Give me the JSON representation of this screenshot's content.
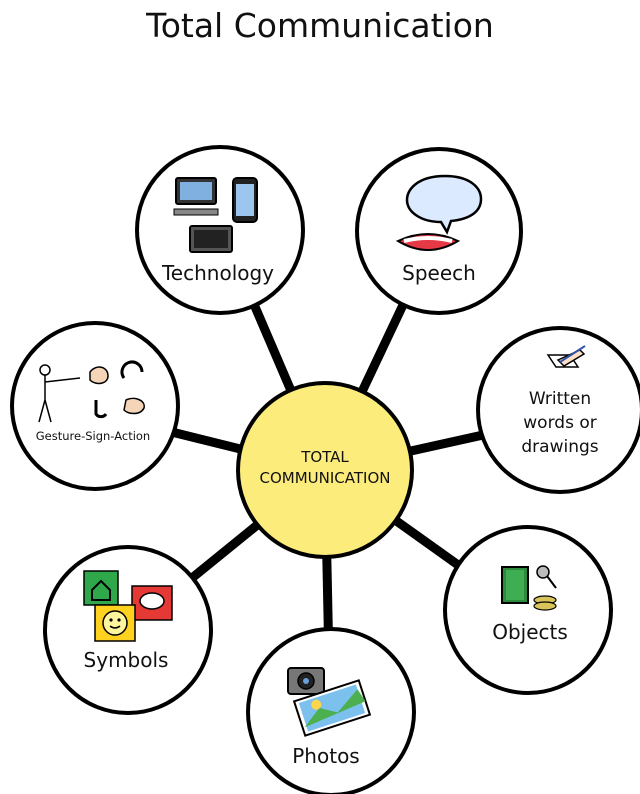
{
  "title": "Total Communication",
  "center": {
    "line1": "TOTAL",
    "line2": "COMMUNICATION"
  },
  "nodes": [
    {
      "id": "technology",
      "label": "Technology"
    },
    {
      "id": "speech",
      "label": "Speech"
    },
    {
      "id": "written",
      "lines": [
        "Written",
        "words or",
        "drawings"
      ]
    },
    {
      "id": "objects",
      "label": "Objects"
    },
    {
      "id": "photos",
      "label": "Photos"
    },
    {
      "id": "symbols",
      "label": "Symbols"
    },
    {
      "id": "gesture",
      "label": "Gesture-Sign-Action"
    }
  ],
  "colors": {
    "center_fill": "#fbec7c",
    "stroke": "#000000",
    "node_fill": "#ffffff"
  },
  "icons": [
    "computer-phone-icon",
    "speech-mouth-icon",
    "writing-hand-icon",
    "book-keys-icon",
    "camera-photo-icon",
    "symbol-cards-icon",
    "gesture-person-icon"
  ]
}
